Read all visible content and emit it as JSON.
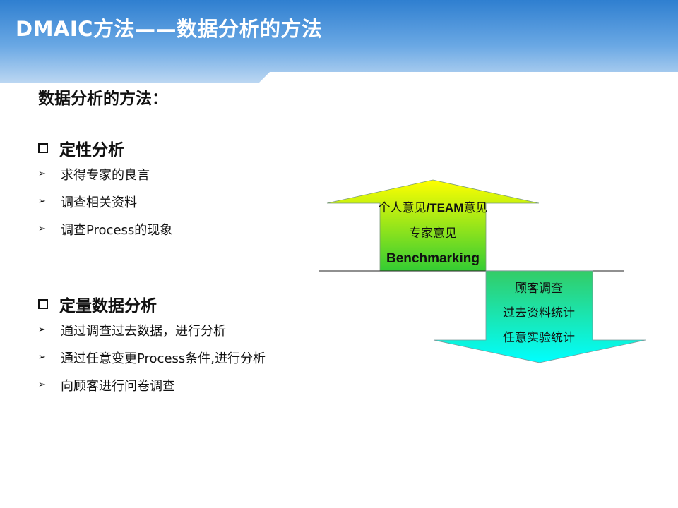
{
  "header": {
    "title": "DMAIC方法——数据分析的方法"
  },
  "main": {
    "heading": "数据分析的方法：",
    "sections": [
      {
        "title": "定性分析",
        "items": [
          "求得专家的良言",
          "调查相关资料",
          "调查Process的现象"
        ]
      },
      {
        "title": "定量数据分析",
        "items": [
          "通过调查过去数据，进行分析",
          "通过任意变更Process条件,进行分析",
          "向顾客进行问卷调查"
        ]
      }
    ]
  },
  "diagram": {
    "up_arrow": {
      "line1_prefix": "个人意见",
      "line1_bold": "/TEAM",
      "line1_suffix": "意见",
      "line2": "专家意见",
      "line3": "Benchmarking"
    },
    "down_arrow": {
      "line1": "顾客调查",
      "line2": "过去资料统计",
      "line3": "任意实验统计"
    },
    "colors": {
      "up_top": "#ffff00",
      "up_bottom": "#33cc33",
      "down_top": "#33cc66",
      "down_bottom": "#00ffff"
    }
  }
}
